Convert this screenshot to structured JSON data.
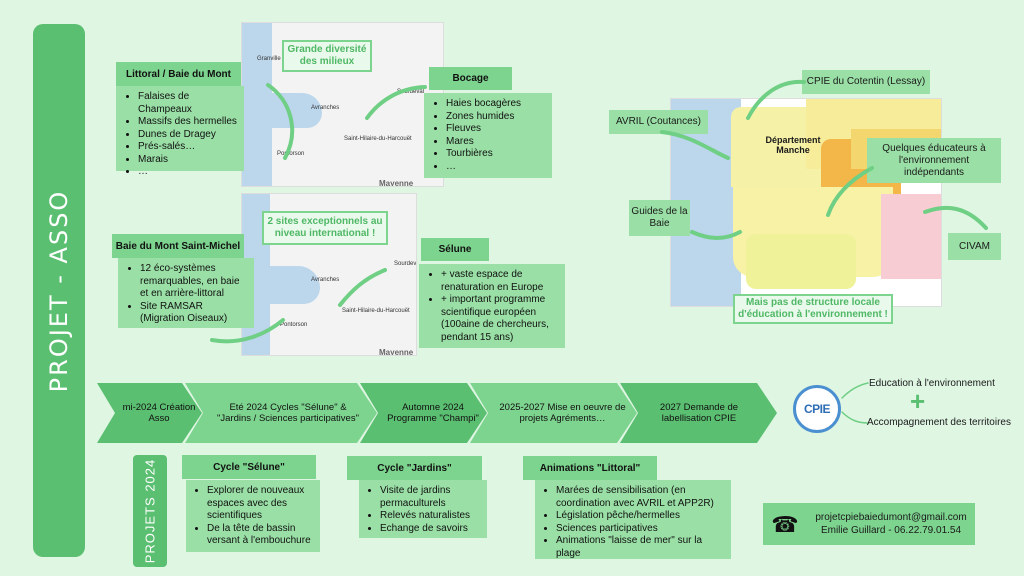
{
  "sidebar": {
    "title": "PROJET - ASSO"
  },
  "maps": {
    "towns": {
      "granville": "Granville",
      "avranches": "Avranches",
      "pontorson": "Pontorson",
      "sourdeval": "Sourdeval",
      "st_hilaire": "Saint-Hilaire-du-Harcouët",
      "mayenne": "Mayenne"
    },
    "callout1": "Grande diversité des milieux",
    "callout2": "2 sites exceptionnels au niveau international !"
  },
  "littoral": {
    "title": "Littoral / Baie du Mont",
    "items": [
      "Falaises de Champeaux",
      "Massifs des hermelles",
      "Dunes de Dragey",
      "Prés-salés…",
      "Marais",
      "…"
    ]
  },
  "bocage": {
    "title": "Bocage",
    "items": [
      "Haies bocagères",
      "Zones humides",
      "Fleuves",
      "Mares",
      "Tourbières",
      "…"
    ]
  },
  "baie": {
    "title": "Baie du Mont Saint-Michel",
    "items": [
      "12 éco-systèmes remarquables, en baie et en arrière-littoral",
      "Site RAMSAR (Migration Oiseaux)"
    ]
  },
  "selune": {
    "title": "Sélune",
    "items": [
      "+ vaste espace de renaturation en Europe",
      "+ important programme scientifique européen (100aine de chercheurs, pendant 15 ans)"
    ]
  },
  "dept_map": {
    "title": "Département Manche",
    "partners": {
      "cpie_cotentin": "CPIE du Cotentin (Lessay)",
      "avril": "AVRIL (Coutances)",
      "educateurs": "Quelques éducateurs à l'environnement indépendants",
      "guides": "Guides de la Baie",
      "civam": "CIVAM"
    },
    "callout": "Mais pas de structure locale d'éducation à l'environnement !"
  },
  "timeline": [
    {
      "label": "mi-2024 Création Asso"
    },
    {
      "label": "Eté 2024 Cycles \"Sélune\" & \"Jardins / Sciences participatives\""
    },
    {
      "label": "Automne 2024 Programme \"Champi\""
    },
    {
      "label": "2025-2027 Mise en oeuvre de projets Agréments…"
    },
    {
      "label": "2027 Demande de labellisation CPIE"
    }
  ],
  "cpie": {
    "logo": "CPIE",
    "edu": "Education à l'environnement",
    "plus": "+",
    "acc": "Accompagnement des territoires"
  },
  "projets": {
    "title": "PROJETS 2024",
    "cycle_selune": {
      "title": "Cycle \"Sélune\"",
      "items": [
        "Explorer de nouveaux espaces avec des scientifiques",
        "De la tête de bassin versant à l'embouchure"
      ]
    },
    "cycle_jardins": {
      "title": "Cycle \"Jardins\"",
      "items": [
        "Visite de jardins permaculturels",
        "Relevés naturalistes",
        "Echange de savoirs"
      ]
    },
    "animations": {
      "title": "Animations \"Littoral\"",
      "items": [
        "Marées de sensibilisation (en coordination avec AVRIL et APP2R)",
        "Législation pêche/hermelles",
        "Sciences participatives",
        "Animations \"laisse de mer\" sur la plage"
      ]
    }
  },
  "contact": {
    "email": "projetcpiebaiedumont@gmail.com",
    "line2": "Emilie Guillard - 06.22.79.01.54"
  }
}
